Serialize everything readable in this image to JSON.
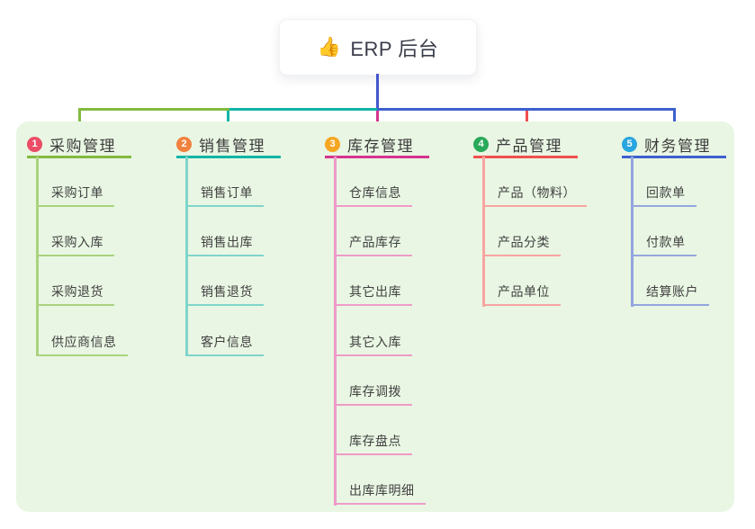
{
  "root": {
    "label": "ERP 后台",
    "icon": "thumbs-up-icon",
    "icon_glyph": "👍"
  },
  "colors": {
    "panel_background": "#e9f6e3",
    "root_connector": "#4457cd",
    "branch_accents": [
      "#82ba3f",
      "#10b5a8",
      "#d5348f",
      "#f14f4f",
      "#3e60cf"
    ],
    "branch_light_lines": [
      "#a9d37e",
      "#7ed5cb",
      "#ee9bc8",
      "#f6a5a0",
      "#93a6de"
    ],
    "badge_colors": [
      "#eb4d66",
      "#f1823e",
      "#f6a623",
      "#29aa5a",
      "#29a5df"
    ]
  },
  "branches": [
    {
      "badge": "1",
      "title": "采购管理",
      "accent": "#82ba3f",
      "children": [
        "采购订单",
        "采购入库",
        "采购退货",
        "供应商信息"
      ]
    },
    {
      "badge": "2",
      "title": "销售管理",
      "accent": "#10b5a8",
      "children": [
        "销售订单",
        "销售出库",
        "销售退货",
        "客户信息"
      ]
    },
    {
      "badge": "3",
      "title": "库存管理",
      "accent": "#d5348f",
      "children": [
        "仓库信息",
        "产品库存",
        "其它出库",
        "其它入库",
        "库存调拨",
        "库存盘点",
        "出库库明细"
      ]
    },
    {
      "badge": "4",
      "title": "产品管理",
      "accent": "#f14f4f",
      "children": [
        "产品（物料）",
        "产品分类",
        "产品单位"
      ]
    },
    {
      "badge": "5",
      "title": "财务管理",
      "accent": "#3e60cf",
      "children": [
        "回款单",
        "付款单",
        "结算账户"
      ]
    }
  ]
}
